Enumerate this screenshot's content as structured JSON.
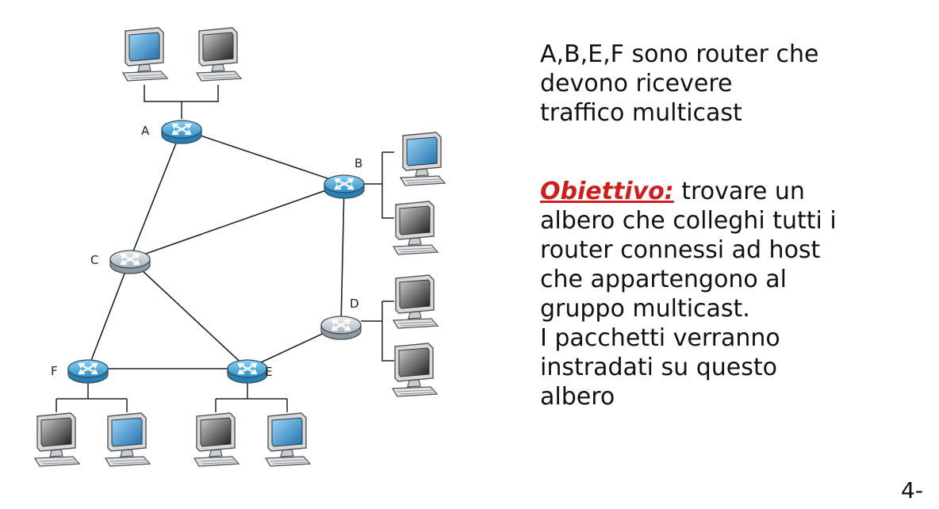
{
  "diagram": {
    "routers": [
      {
        "id": "A",
        "label": "A",
        "multicast": true
      },
      {
        "id": "B",
        "label": "B",
        "multicast": true
      },
      {
        "id": "C",
        "label": "C",
        "multicast": false
      },
      {
        "id": "D",
        "label": "D",
        "multicast": false
      },
      {
        "id": "E",
        "label": "E",
        "multicast": true
      },
      {
        "id": "F",
        "label": "F",
        "multicast": true
      }
    ],
    "links": [
      [
        "A",
        "B"
      ],
      [
        "A",
        "C"
      ],
      [
        "B",
        "C"
      ],
      [
        "B",
        "D"
      ],
      [
        "C",
        "E"
      ],
      [
        "C",
        "F"
      ],
      [
        "D",
        "E"
      ],
      [
        "E",
        "F"
      ]
    ],
    "hosts": [
      {
        "router": "A",
        "member": true
      },
      {
        "router": "A",
        "member": false
      },
      {
        "router": "B",
        "member": true
      },
      {
        "router": "B",
        "member": false
      },
      {
        "router": "D",
        "member": false
      },
      {
        "router": "D",
        "member": false
      },
      {
        "router": "F",
        "member": false
      },
      {
        "router": "F",
        "member": true
      },
      {
        "router": "E",
        "member": false
      },
      {
        "router": "E",
        "member": true
      }
    ],
    "colors": {
      "multicast_router": "#3c9fd4",
      "plain_router": "#b9c1c9",
      "member_screen": "#2f8fd0",
      "nonmember_screen": "#4a4a4a",
      "link": "#222222"
    }
  },
  "text": {
    "intro_lines": [
      "A,B,E,F sono router che",
      "devono ricevere",
      "traffico multicast"
    ],
    "objective_label": "Obiettivo:",
    "objective_first": " trovare un",
    "objective_lines": [
      "albero che colleghi tutti i",
      "router connessi ad host",
      "che appartengono al",
      "gruppo multicast.",
      "I pacchetti verranno",
      "instradati su questo",
      "albero"
    ]
  },
  "page_number": "4-"
}
